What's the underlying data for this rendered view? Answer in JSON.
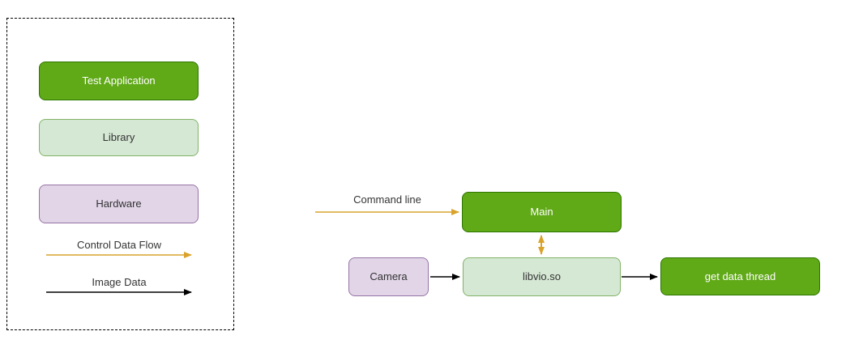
{
  "colors": {
    "app_fill": "#60a917",
    "app_stroke": "#2d7600",
    "app_text": "#ffffff",
    "library_fill": "#d5e8d4",
    "library_stroke": "#82b366",
    "hardware_fill": "#e1d5e7",
    "hardware_stroke": "#9673a6",
    "control_flow_arrow": "#d9a32b",
    "image_data_arrow": "#000000",
    "label_text": "#333333"
  },
  "legend": {
    "boxes": [
      {
        "label": "Test Application",
        "style": "app"
      },
      {
        "label": "Library",
        "style": "library"
      },
      {
        "label": "Hardware",
        "style": "hardware"
      }
    ],
    "flows": [
      {
        "label": "Control Data Flow",
        "style": "control"
      },
      {
        "label": "Image Data",
        "style": "image"
      }
    ]
  },
  "diagram": {
    "nodes": {
      "main": "Main",
      "camera": "Camera",
      "libvio": "libvio.so",
      "get_data_thread": "get data thread"
    },
    "edge_labels": {
      "command_line": "Command line"
    }
  }
}
